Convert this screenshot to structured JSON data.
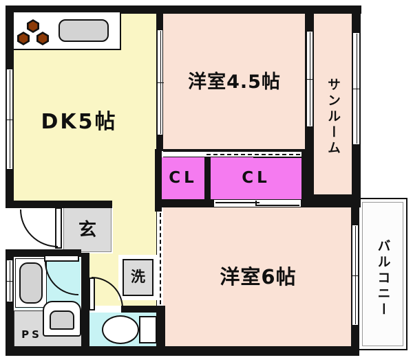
{
  "rooms": {
    "dk": {
      "label": "DK5帖"
    },
    "western_4_5": {
      "label": "洋室4.5帖"
    },
    "sunroom": {
      "label": "サンルーム"
    },
    "closet_left": {
      "label": "CL"
    },
    "closet_right": {
      "label": "CL"
    },
    "western_6": {
      "label": "洋室6帖"
    },
    "balcony": {
      "label": "バルコニー"
    },
    "entrance": {
      "label": "玄"
    },
    "laundry": {
      "label": "洗"
    },
    "pipe_space": {
      "label": "PS"
    }
  },
  "colors": {
    "wall": "#141414",
    "outline": "#111111",
    "dk_fill": "#FAF6C5",
    "room_fill": "#FAE2D6",
    "closet_fill": "#F57BF0",
    "wet_fill": "#C7F3F4",
    "tile_fill": "#DBDBDB",
    "fixture_fill": "#D3D3D3",
    "burner_fill": "#8C3A07",
    "balcony_fill": "#FCFCFC"
  }
}
